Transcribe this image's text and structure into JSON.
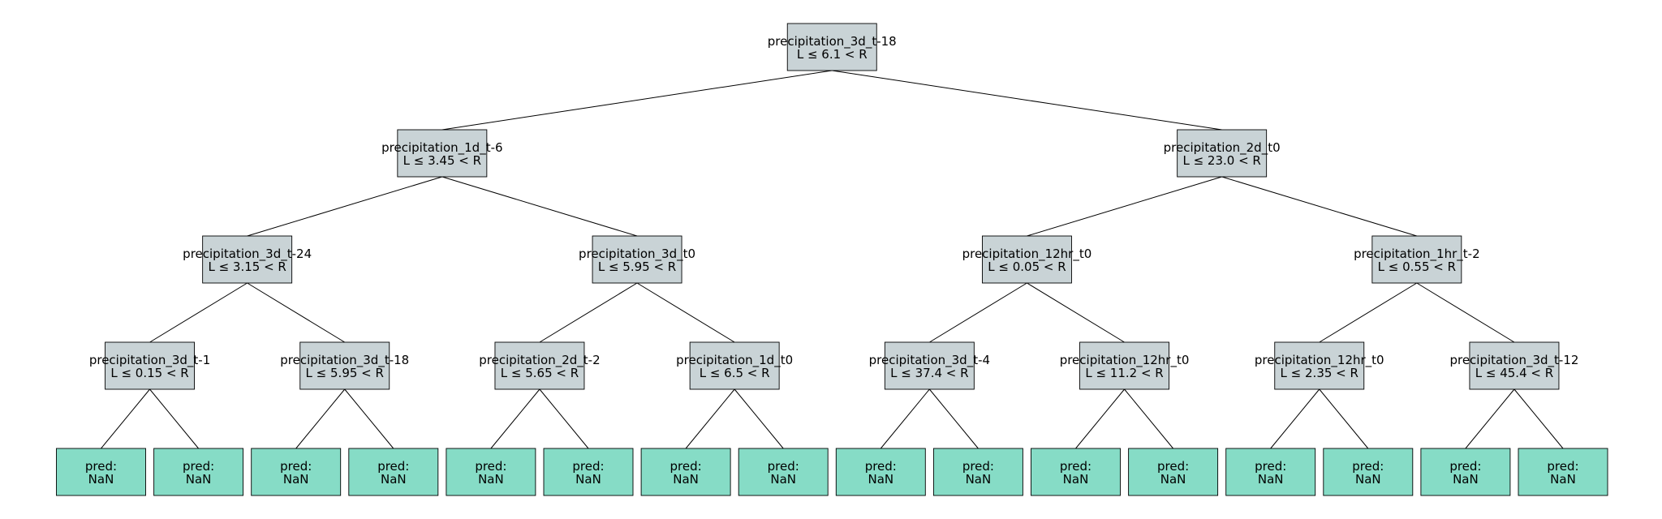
{
  "colors": {
    "split_fill": "#c9d3d6",
    "leaf_fill": "#86dcc6",
    "edge": "#000000",
    "border": "#333333"
  },
  "nodes": [
    {
      "id": "n0",
      "kind": "split",
      "line1": "precipitation_3d_t-18",
      "line2": "L ≤ 6.1 < R"
    },
    {
      "id": "n1",
      "kind": "split",
      "line1": "precipitation_1d_t-6",
      "line2": "L ≤ 3.45 < R"
    },
    {
      "id": "n2",
      "kind": "split",
      "line1": "precipitation_2d_t0",
      "line2": "L ≤ 23.0 < R"
    },
    {
      "id": "n3",
      "kind": "split",
      "line1": "precipitation_3d_t-24",
      "line2": "L ≤ 3.15 < R"
    },
    {
      "id": "n4",
      "kind": "split",
      "line1": "precipitation_3d_t0",
      "line2": "L ≤ 5.95 < R"
    },
    {
      "id": "n5",
      "kind": "split",
      "line1": "precipitation_12hr_t0",
      "line2": "L ≤ 0.05 < R"
    },
    {
      "id": "n6",
      "kind": "split",
      "line1": "precipitation_1hr_t-2",
      "line2": "L ≤ 0.55 < R"
    },
    {
      "id": "n7",
      "kind": "split",
      "line1": "precipitation_3d_t-1",
      "line2": "L ≤ 0.15 < R"
    },
    {
      "id": "n8",
      "kind": "split",
      "line1": "precipitation_3d_t-18",
      "line2": "L ≤ 5.95 < R"
    },
    {
      "id": "n9",
      "kind": "split",
      "line1": "precipitation_2d_t-2",
      "line2": "L ≤ 5.65 < R"
    },
    {
      "id": "n10",
      "kind": "split",
      "line1": "precipitation_1d_t0",
      "line2": "L ≤ 6.5 < R"
    },
    {
      "id": "n11",
      "kind": "split",
      "line1": "precipitation_3d_t-4",
      "line2": "L ≤ 37.4 < R"
    },
    {
      "id": "n12",
      "kind": "split",
      "line1": "precipitation_12hr_t0",
      "line2": "L ≤ 11.2 < R"
    },
    {
      "id": "n13",
      "kind": "split",
      "line1": "precipitation_12hr_t0",
      "line2": "L ≤ 2.35 < R"
    },
    {
      "id": "n14",
      "kind": "split",
      "line1": "precipitation_3d_t-12",
      "line2": "L ≤ 45.4 < R"
    },
    {
      "id": "n15",
      "kind": "leaf",
      "line1": "pred:",
      "line2": "NaN"
    },
    {
      "id": "n16",
      "kind": "leaf",
      "line1": "pred:",
      "line2": "NaN"
    },
    {
      "id": "n17",
      "kind": "leaf",
      "line1": "pred:",
      "line2": "NaN"
    },
    {
      "id": "n18",
      "kind": "leaf",
      "line1": "pred:",
      "line2": "NaN"
    },
    {
      "id": "n19",
      "kind": "leaf",
      "line1": "pred:",
      "line2": "NaN"
    },
    {
      "id": "n20",
      "kind": "leaf",
      "line1": "pred:",
      "line2": "NaN"
    },
    {
      "id": "n21",
      "kind": "leaf",
      "line1": "pred:",
      "line2": "NaN"
    },
    {
      "id": "n22",
      "kind": "leaf",
      "line1": "pred:",
      "line2": "NaN"
    },
    {
      "id": "n23",
      "kind": "leaf",
      "line1": "pred:",
      "line2": "NaN"
    },
    {
      "id": "n24",
      "kind": "leaf",
      "line1": "pred:",
      "line2": "NaN"
    },
    {
      "id": "n25",
      "kind": "leaf",
      "line1": "pred:",
      "line2": "NaN"
    },
    {
      "id": "n26",
      "kind": "leaf",
      "line1": "pred:",
      "line2": "NaN"
    },
    {
      "id": "n27",
      "kind": "leaf",
      "line1": "pred:",
      "line2": "NaN"
    },
    {
      "id": "n28",
      "kind": "leaf",
      "line1": "pred:",
      "line2": "NaN"
    },
    {
      "id": "n29",
      "kind": "leaf",
      "line1": "pred:",
      "line2": "NaN"
    },
    {
      "id": "n30",
      "kind": "leaf",
      "line1": "pred:",
      "line2": "NaN"
    }
  ]
}
